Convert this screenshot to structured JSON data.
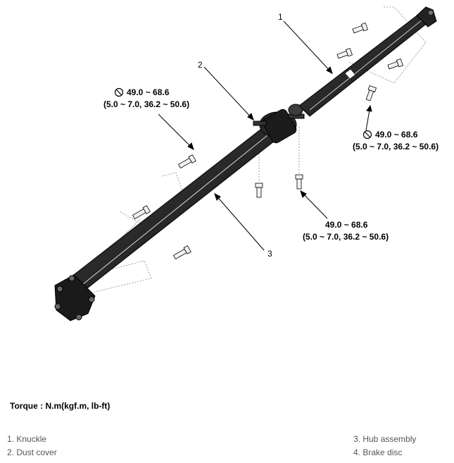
{
  "callouts": {
    "c1": "1",
    "c2": "2",
    "c3": "3"
  },
  "torques": {
    "left": {
      "value": "49.0 ~ 68.6",
      "alt": "(5.0 ~ 7.0, 36.2 ~ 50.6)",
      "icon": "no-reuse-icon"
    },
    "right": {
      "value": "49.0 ~ 68.6",
      "alt": "(5.0 ~ 7.0, 36.2 ~ 50.6)",
      "icon": "no-reuse-icon"
    },
    "center": {
      "value": "49.0 ~ 68.6",
      "alt": "(5.0 ~ 7.0, 36.2 ~ 50.6)"
    }
  },
  "torque_unit": "Torque : N.m(kgf.m, lb-ft)",
  "legend": [
    "1. Knuckle",
    "2. Dust cover",
    "3. Hub assembly",
    "4. Brake disc"
  ]
}
